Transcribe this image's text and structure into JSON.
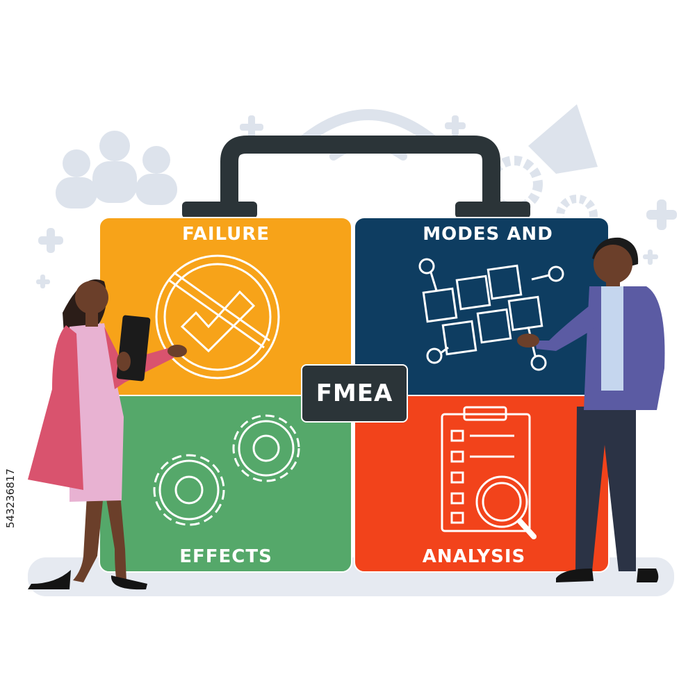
{
  "badge": {
    "text": "FMEA"
  },
  "quadrants": {
    "top_left": {
      "label": "FAILURE",
      "color": "#f7a319",
      "icon": "no-check-icon"
    },
    "top_right": {
      "label": "MODES AND",
      "color": "#0e3d61",
      "icon": "flowchart-icon"
    },
    "bottom_left": {
      "label": "EFFECTS",
      "color": "#55a86a",
      "icon": "gears-icon"
    },
    "bottom_right": {
      "label": "ANALYSIS",
      "color": "#f2431b",
      "icon": "clipboard-search-icon"
    }
  },
  "colors": {
    "handle": "#2b3438",
    "background_icons": "#dde3ec",
    "ground": "#e6eaf1"
  },
  "side_text": "543236817"
}
